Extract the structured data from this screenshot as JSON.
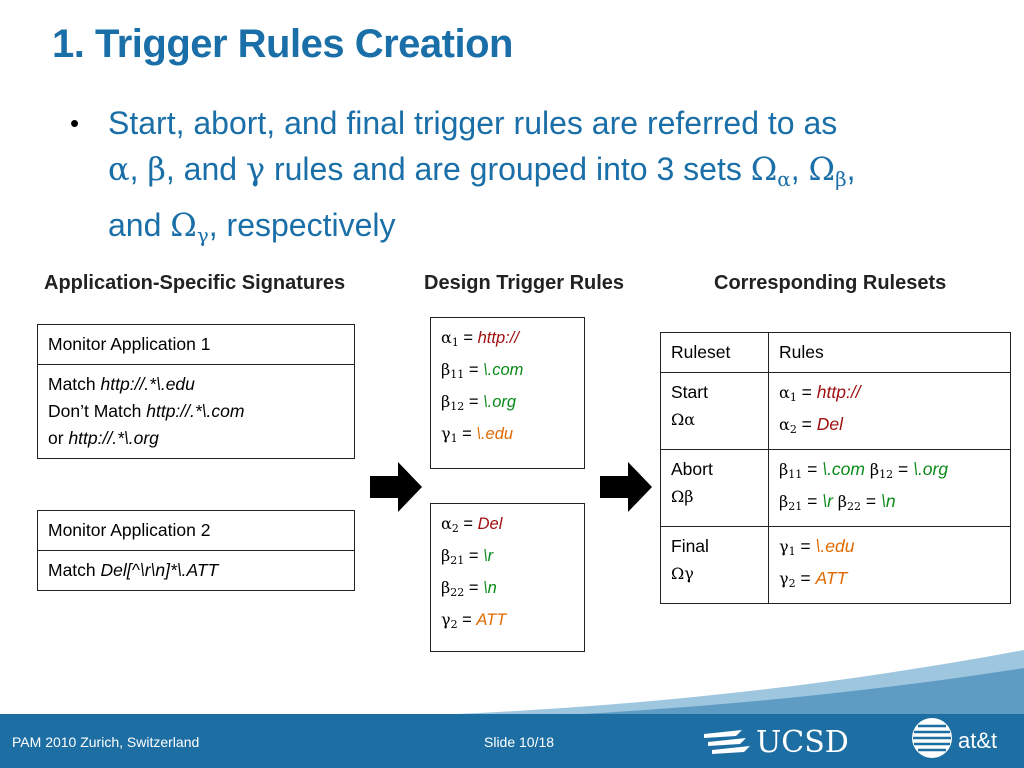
{
  "slide": {
    "title": "1. Trigger Rules Creation",
    "bullet": {
      "t1": "Start, abort, and final trigger rules are referred to as",
      "alpha": "α",
      "sep1": ", ",
      "beta": "β",
      "t2": ", and ",
      "gamma": "γ",
      "t3": " rules and are grouped into 3 sets ",
      "omega": "Ω",
      "sub_alpha": "α",
      "comma": ", ",
      "sub_beta": "β",
      "t4": ",",
      "and": "and ",
      "sub_gamma": "γ",
      "t5": ", respectively"
    }
  },
  "columns": {
    "signatures": "Application-Specific Signatures",
    "design": "Design Trigger Rules",
    "rulesets": "Corresponding Rulesets"
  },
  "app1": {
    "header": "Monitor Application 1",
    "match": "Match ",
    "match_val": "http://.*\\.edu",
    "dont_match": "Don’t Match ",
    "dont_val": "http://.*\\.com",
    "or": "or ",
    "or_val": "http://.*\\.org"
  },
  "app2": {
    "header": "Monitor Application 2",
    "match": "Match ",
    "match_val": "Del[^\\r\\n]*\\.ATT"
  },
  "design1": [
    {
      "sym": "α",
      "sub": "1",
      "eq": " = ",
      "val": "http://",
      "color": "#a01010"
    },
    {
      "sym": "β",
      "sub": "11",
      "eq": " = ",
      "val": "\\.com",
      "color": "#0a8a1a"
    },
    {
      "sym": "β",
      "sub": "12",
      "eq": " = ",
      "val": "\\.org",
      "color": "#0a8a1a"
    },
    {
      "sym": "γ",
      "sub": "1",
      "eq": " = ",
      "val": "\\.edu",
      "color": "#e06a00"
    }
  ],
  "design2": [
    {
      "sym": "α",
      "sub": "2",
      "eq": " = ",
      "val": "Del",
      "color": "#a01010"
    },
    {
      "sym": "β",
      "sub": "21",
      "eq": " = ",
      "val": "\\r",
      "color": "#0a8a1a"
    },
    {
      "sym": "β",
      "sub": "22",
      "eq": " = ",
      "val": "\\n",
      "color": "#0a8a1a"
    },
    {
      "sym": "γ",
      "sub": "2",
      "eq": " = ",
      "val": "ATT",
      "color": "#e06a00"
    }
  ],
  "ruleset_table": {
    "header_ruleset": "Ruleset",
    "header_rules": "Rules",
    "start": "Start",
    "abort": "Abort",
    "final": "Final",
    "omega": "Ω",
    "alpha": "α",
    "beta": "β",
    "gamma": "γ",
    "eq": " = ",
    "r_start_1_sub": "1",
    "r_start_1_val": "http://",
    "r_start_2_sub": "2",
    "r_start_2_val": "Del",
    "r_abort_11_sub": "11",
    "r_abort_11_val": "\\.com",
    "r_abort_12_sub": "12",
    "r_abort_12_val": "\\.org",
    "r_abort_21_sub": "21",
    "r_abort_21_val": "\\r",
    "r_abort_22_sub": "22",
    "r_abort_22_val": "\\n",
    "r_final_1_sub": "1",
    "r_final_1_val": "\\.edu",
    "r_final_2_sub": "2",
    "r_final_2_val": "ATT"
  },
  "footer": {
    "left": "PAM 2010 Zurich, Switzerland",
    "slide": "Slide 10/18",
    "ucsd": "UCSD",
    "att": "at&t"
  },
  "colors": {
    "title_blue": "#1a6fa8",
    "footer_blue": "#1d6fa3",
    "red": "#a01010",
    "green": "#0a8a1a",
    "orange": "#e06a00"
  }
}
